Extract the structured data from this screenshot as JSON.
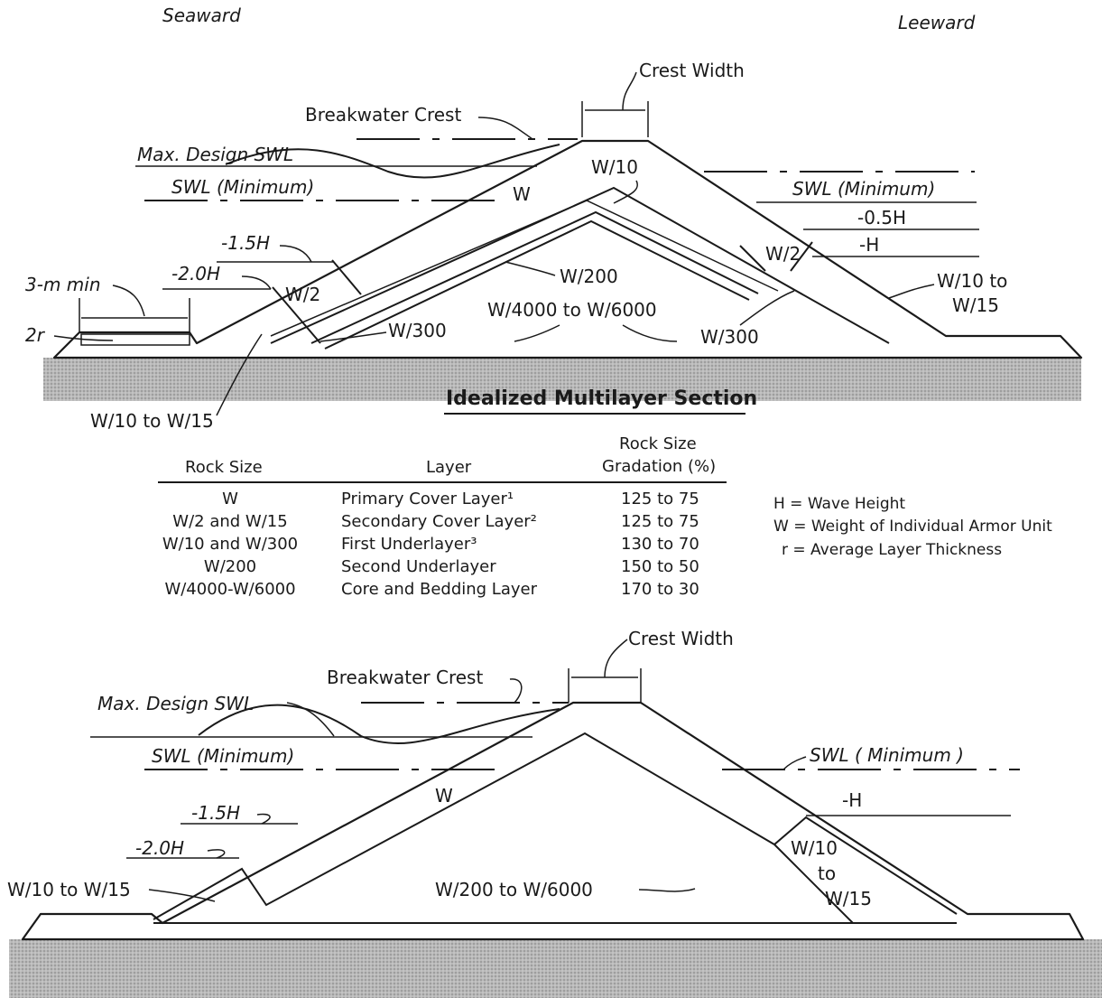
{
  "top": {
    "seaward": "Seaward",
    "leeward": "Leeward",
    "crest_width": "Crest Width",
    "breakwater_crest": "Breakwater Crest",
    "max_design_swl": "Max. Design SWL",
    "swl_min_left": "SWL (Minimum)",
    "swl_min_right": "SWL (Minimum)",
    "w": "W",
    "w10": "W/10",
    "neg_0_5h": "-0.5H",
    "neg_h": "-H",
    "w2_right": "W/2",
    "neg_1_5h": "-1.5H",
    "neg_2_0h": "-2.0H",
    "w2_left": "W/2",
    "w200": "W/200",
    "three_m_min": "3-m min",
    "core": "W/4000 to W/6000",
    "w300_left": "W/300",
    "w300_right": "W/300",
    "two_r": "2r",
    "w10_to_right": "W/10 to",
    "w15_right": "W/15",
    "toe_left": "W/10 to W/15",
    "section_title": "Idealized Multilayer Section"
  },
  "table": {
    "headers": {
      "rock_size": "Rock Size",
      "layer": "Layer",
      "gradation_line1": "Rock Size",
      "gradation_line2": "Gradation (%)"
    },
    "rows": [
      {
        "rock_size": "W",
        "layer": "Primary Cover Layer¹",
        "gradation": "125 to 75"
      },
      {
        "rock_size": "W/2 and W/15",
        "layer": "Secondary Cover Layer²",
        "gradation": "125 to 75"
      },
      {
        "rock_size": "W/10 and W/300",
        "layer": "First Underlayer³",
        "gradation": "130 to 70"
      },
      {
        "rock_size": "W/200",
        "layer": "Second Underlayer",
        "gradation": "150 to 50"
      },
      {
        "rock_size": "W/4000-W/6000",
        "layer": "Core and Bedding Layer",
        "gradation": "170 to 30"
      }
    ]
  },
  "legend": {
    "h": "H = Wave Height",
    "w": "W = Weight of Individual Armor Unit",
    "r": "r = Average Layer Thickness"
  },
  "bottom": {
    "crest_width": "Crest Width",
    "breakwater_crest": "Breakwater Crest",
    "max_design_swl": "Max. Design SWL",
    "swl_min_left": "SWL (Minimum)",
    "swl_min_right": "SWL ( Minimum )",
    "w": "W",
    "neg_h": "-H",
    "neg_1_5h": "-1.5H",
    "neg_2_0h": "-2.0H",
    "w10": "W/10",
    "to": "to",
    "w15": "W/15",
    "toe_left": "W/10 to W/15",
    "core": "W/200 to W/6000"
  }
}
